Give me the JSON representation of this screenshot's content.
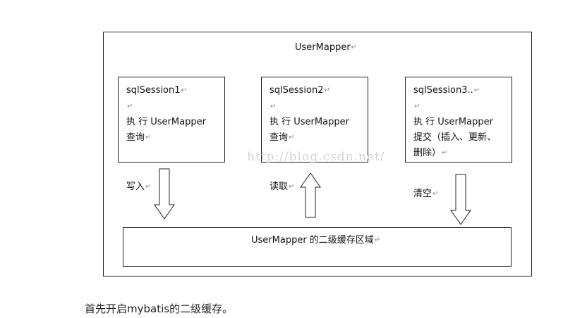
{
  "diagram": {
    "title": "UserMapper",
    "return_mark": "↵",
    "sessions": [
      {
        "name": "sqlSession1",
        "action_line1": "执 行  UserMapper",
        "action_line2": "查询"
      },
      {
        "name": "sqlSession2",
        "action_line1": "执 行  UserMapper",
        "action_line2": "查询"
      },
      {
        "name": "sqlSession3..",
        "action_line1": "执 行  UserMapper",
        "action_line2": "提交（插入、更新、",
        "action_line3": "删除）"
      }
    ],
    "arrows": [
      {
        "label": "写入",
        "direction": "down"
      },
      {
        "label": "读取",
        "direction": "up"
      },
      {
        "label": "清空",
        "direction": "down"
      }
    ],
    "cache_region": "UserMapper 的二级缓存区域",
    "watermark": "http://blog.csdn.net/"
  },
  "caption": "首先开启mybatis的二级缓存。"
}
